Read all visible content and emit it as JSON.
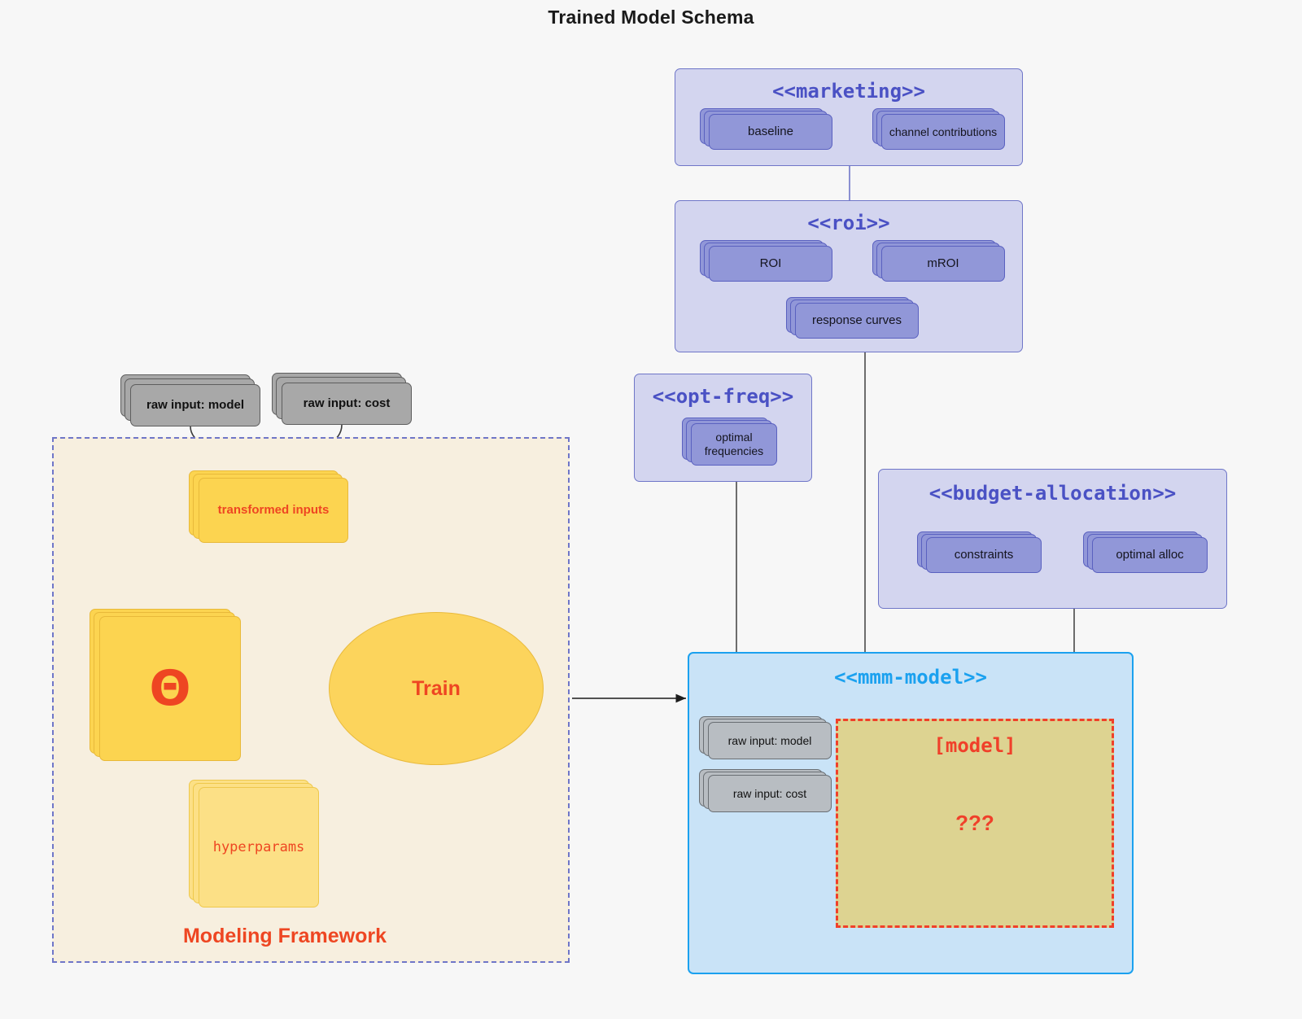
{
  "title": "Trained Model Schema",
  "colors": {
    "background": "#f7f7f7",
    "purple_cluster_fill": "#d3d5ef",
    "purple_cluster_border": "#6f76c8",
    "purple_node_fill": "#9197d8",
    "blue_cluster_fill": "#c9e3f7",
    "blue_cluster_border": "#1ba1ef",
    "grey_node_fill": "#a8a8a8",
    "yellow_node_fill": "#fcd450",
    "yellow_light_node_fill": "#fce086",
    "framework_fill": "#f7efdf",
    "accent_red": "#ee4622",
    "model_box_fill": "#ddd391",
    "model_box_border": "#f0402a"
  },
  "clusters": {
    "marketing": {
      "title": "<<marketing>>",
      "nodes": [
        {
          "label": "baseline"
        },
        {
          "label": "channel contributions"
        }
      ]
    },
    "roi": {
      "title": "<<roi>>",
      "nodes": [
        {
          "label": "ROI"
        },
        {
          "label": "mROI"
        },
        {
          "label": "response curves"
        }
      ]
    },
    "opt_freq": {
      "title": "<<opt-freq>>",
      "nodes": [
        {
          "label": "optimal\nfrequencies",
          "line1": "optimal",
          "line2": "frequencies"
        }
      ]
    },
    "budget_allocation": {
      "title": "<<budget-allocation>>",
      "nodes": [
        {
          "label": "constraints"
        },
        {
          "label": "optimal alloc"
        }
      ]
    },
    "mmm_model": {
      "title": "<<mmm-model>>",
      "nodes": [
        {
          "label": "raw input: model"
        },
        {
          "label": "raw input: cost"
        }
      ],
      "model_box": {
        "label": "[model]",
        "unknown": "???"
      }
    }
  },
  "framework": {
    "label": "Modeling Framework",
    "raw_inputs": [
      {
        "label": "raw input: model"
      },
      {
        "label": "raw input: cost"
      }
    ],
    "transformed_inputs": {
      "label": "transformed inputs"
    },
    "theta": {
      "label": "Θ"
    },
    "hyperparams": {
      "label": "hyperparams"
    },
    "train": {
      "label": "Train"
    }
  }
}
